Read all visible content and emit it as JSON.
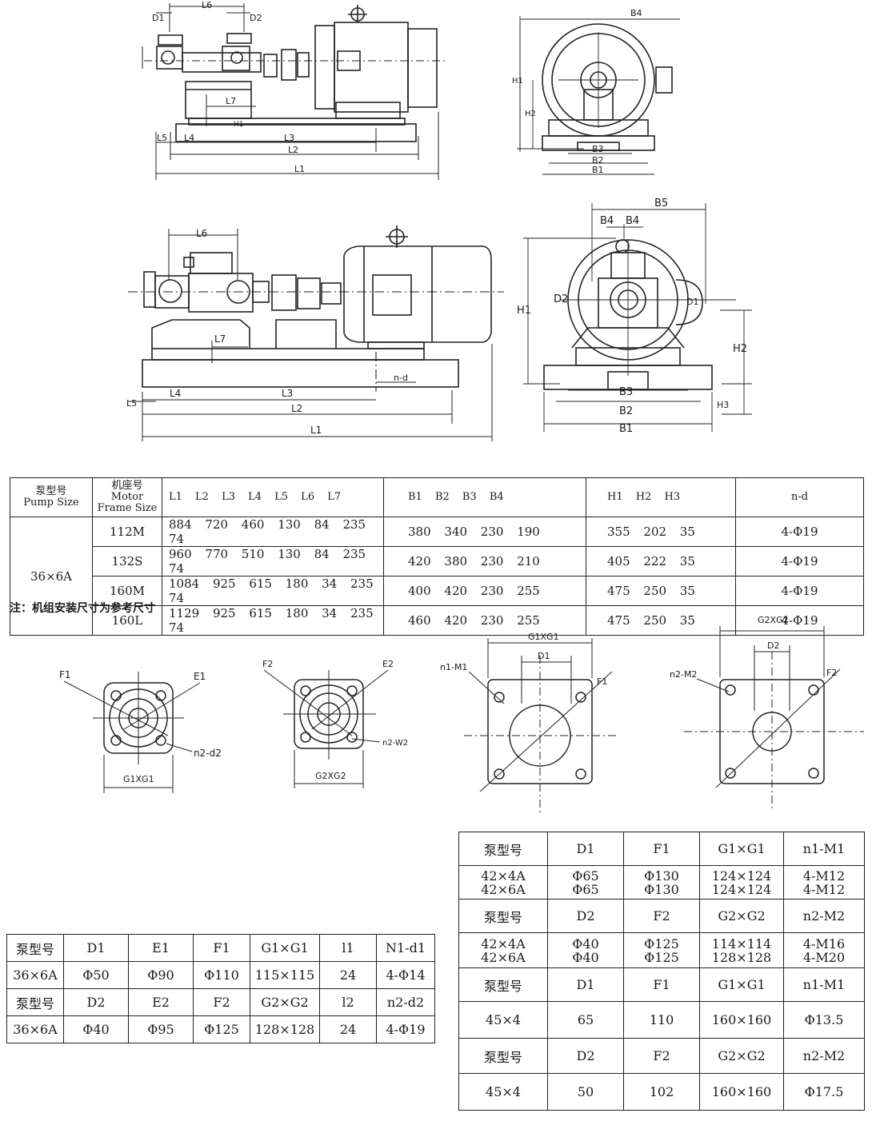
{
  "drawing_labels": {
    "top_side": {
      "D1": "D1",
      "L6": "L6",
      "D2": "D2",
      "L7": "L7",
      "H1": "H1",
      "L5": "L5",
      "L4": "L4",
      "L3": "L3",
      "L2": "L2",
      "L1": "L1"
    },
    "top_end": {
      "B4": "B4",
      "H1": "H1",
      "H2": "H2",
      "B3": "B3",
      "B2": "B2",
      "B1": "B1"
    },
    "mid_side": {
      "L6": "L6",
      "L7": "L7",
      "nd": "n-d",
      "L5": "L5",
      "L4": "L4",
      "L3": "L3",
      "L2": "L2",
      "L1": "L1"
    },
    "mid_end": {
      "B5": "B5",
      "B4a": "B4",
      "B4b": "B4",
      "H1": "H1",
      "D2": "D2",
      "D1": "D1",
      "H2": "H2",
      "B3": "B3",
      "B2": "B2",
      "B1": "B1",
      "H3": "H3"
    },
    "flange1": {
      "F1": "F1",
      "E1": "E1",
      "n2d2": "n2-d2",
      "G1G1": "G1XG1"
    },
    "flange2": {
      "F2": "F2",
      "E2": "E2",
      "n2W2": "n2-W2",
      "G2G2": "G2XG2"
    },
    "flange3": {
      "G1G1": "G1XG1",
      "D1": "D1",
      "n1M1": "n1-M1",
      "F1": "F1"
    },
    "flange4": {
      "G2G2": "G2XG2",
      "D2": "D2",
      "n2M2": "n2-M2",
      "F2": "F2"
    }
  },
  "main_table": {
    "h_pump": "泵型号",
    "h_pump_en": "Pump Size",
    "h_motor": "机座号",
    "h_motor_en1": "Motor",
    "h_motor_en2": "Frame Size",
    "h_L": "L1 L2 L3 L4 L5 L6 L7",
    "h_B": "B1 B2 B3 B4",
    "h_H": "H1 H2 H3",
    "h_nd": "n-d",
    "pump": "36×6A",
    "rows": [
      {
        "motor": "112M",
        "L": "884 720 460 130 84 235 74",
        "B": "380 340 230 190",
        "H": "355 202 35",
        "nd": "4-Φ19"
      },
      {
        "motor": "132S",
        "L": "960 770 510 130 84 235 74",
        "B": "420 380 230 210",
        "H": "405 222 35",
        "nd": "4-Φ19"
      },
      {
        "motor": "160M",
        "L": "1084 925 615 180 34 235 74",
        "B": "400 420 230 255",
        "H": "475 250 35",
        "nd": "4-Φ19"
      },
      {
        "motor": "160L",
        "L": "1129 925 615 180 34 235 74",
        "B": "460 420 230 255",
        "H": "475 250 35",
        "nd": "4-Φ19"
      }
    ]
  },
  "note": "注：机组安装尺寸为参考尺寸",
  "table_left": {
    "r1": [
      "泵型号",
      "D1",
      "E1",
      "F1",
      "G1×G1",
      "l1",
      "N1-d1"
    ],
    "r2": [
      "36×6A",
      "Φ50",
      "Φ90",
      "Φ110",
      "115×115",
      "24",
      "4-Φ14"
    ],
    "r3": [
      "泵型号",
      "D2",
      "E2",
      "F2",
      "G2×G2",
      "l2",
      "n2-d2"
    ],
    "r4": [
      "36×6A",
      "Φ40",
      "Φ95",
      "Φ125",
      "128×128",
      "24",
      "4-Φ19"
    ]
  },
  "table_right": {
    "r1": [
      "泵型号",
      "D1",
      "F1",
      "G1×G1",
      "n1-M1"
    ],
    "r2a": [
      "42×4A",
      "Φ65",
      "Φ130",
      "124×124",
      "4-M12"
    ],
    "r2b": [
      "42×6A",
      "Φ65",
      "Φ130",
      "124×124",
      "4-M12"
    ],
    "r3": [
      "泵型号",
      "D2",
      "F2",
      "G2×G2",
      "n2-M2"
    ],
    "r4a": [
      "42×4A",
      "Φ40",
      "Φ125",
      "114×114",
      "4-M16"
    ],
    "r4b": [
      "42×6A",
      "Φ40",
      "Φ125",
      "128×128",
      "4-M20"
    ],
    "r5": [
      "泵型号",
      "D1",
      "F1",
      "G1×G1",
      "n1-M1"
    ],
    "r6": [
      "45×4",
      "65",
      "110",
      "160×160",
      "Φ13.5"
    ],
    "r7": [
      "泵型号",
      "D2",
      "F2",
      "G2×G2",
      "n2-M2"
    ],
    "r8": [
      "45×4",
      "50",
      "102",
      "160×160",
      "Φ17.5"
    ]
  }
}
